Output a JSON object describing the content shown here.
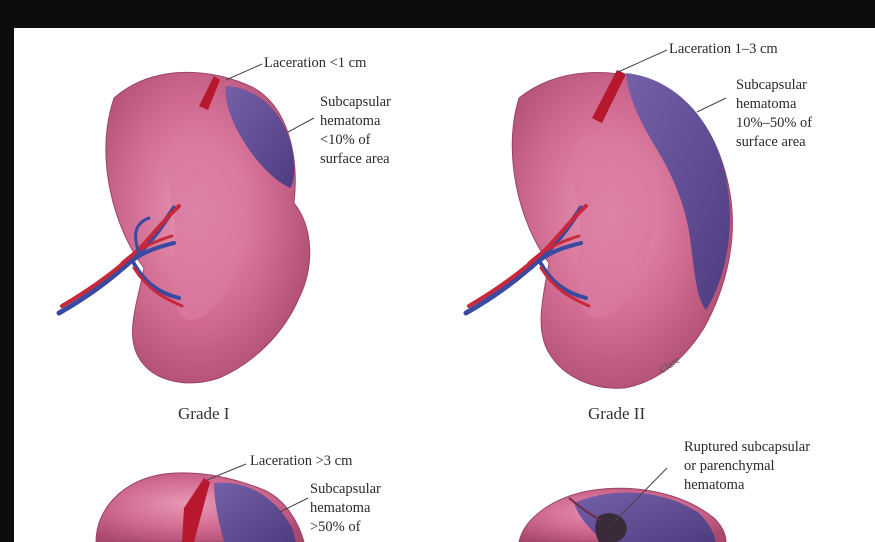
{
  "figure": {
    "panels": [
      {
        "grade": "Grade I",
        "laceration": "Laceration <1 cm",
        "hematoma_lines": [
          "Subcapsular",
          "hematoma",
          "<10% of",
          "surface area"
        ]
      },
      {
        "grade": "Grade II",
        "laceration": "Laceration 1–3 cm",
        "hematoma_lines": [
          "Subcapsular",
          "hematoma",
          "10%–50% of",
          "surface area"
        ],
        "signature": "Clare"
      },
      {
        "laceration": "Laceration >3 cm",
        "hematoma_lines": [
          "Subcapsular",
          "hematoma",
          ">50% of"
        ]
      },
      {
        "hematoma_lines": [
          "Ruptured subcapsular",
          "or parenchymal",
          "hematoma"
        ]
      }
    ]
  },
  "colors": {
    "background": "#0d0d0d",
    "sheet": "#ffffff",
    "spleen": "#c9587c",
    "spleen_light": "#e89ab7",
    "hematoma": "#5e4a90",
    "laceration": "#b8182e",
    "artery": "#c8283a",
    "vein": "#3a4aa0"
  }
}
